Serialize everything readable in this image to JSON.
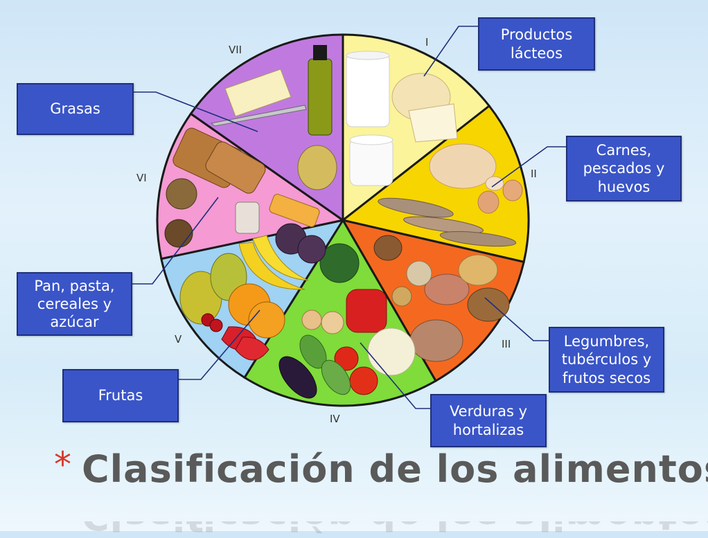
{
  "title": "Clasificación de los alimentos",
  "title_bullet": "*",
  "groups": [
    {
      "numeral": "I",
      "label": "Productos lácteos",
      "color": "#fbf49a"
    },
    {
      "numeral": "II",
      "label": "Carnes, pescados y huevos",
      "color": "#f7d500"
    },
    {
      "numeral": "III",
      "label": "Legumbres, tubérculos y frutos secos",
      "color": "#f4691f"
    },
    {
      "numeral": "IV",
      "label": "Verduras y hortalizas",
      "color": "#7fdc3a"
    },
    {
      "numeral": "V",
      "label": "Frutas",
      "color": "#9fd2f3"
    },
    {
      "numeral": "VI",
      "label": "Pan, pasta, cereales y azúcar",
      "color": "#f59ad3"
    },
    {
      "numeral": "VII",
      "label": "Grasas",
      "color": "#c07adf"
    }
  ],
  "colors": {
    "box_fill": "#3a55c8",
    "box_border": "#1f2f7a",
    "wheel_border": "#1a1a1a",
    "title_star": "#d9372a",
    "title_text": "#5a5a5a"
  }
}
